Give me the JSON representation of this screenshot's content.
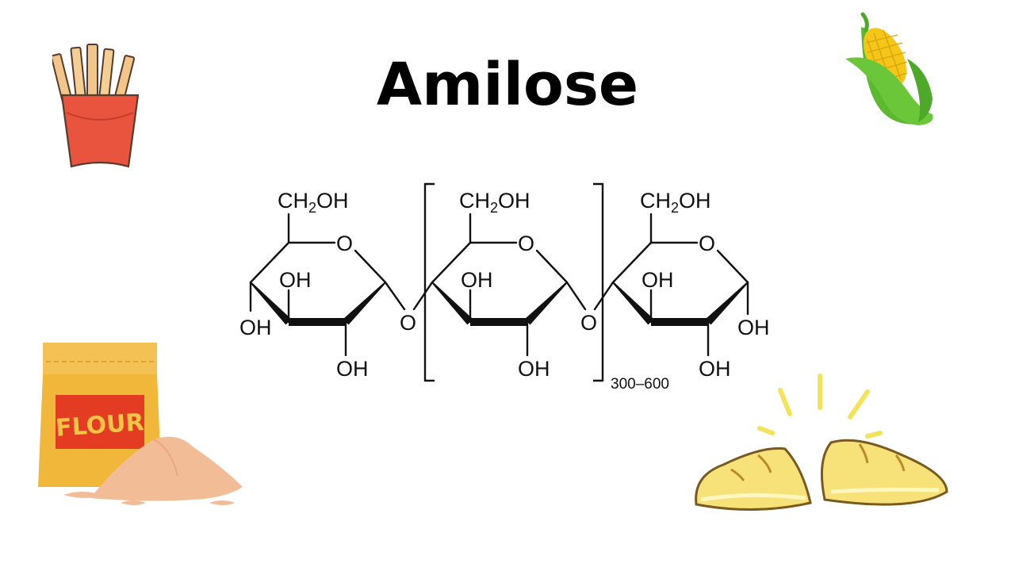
{
  "title": "Amilose",
  "molecule": {
    "group_ch2oh": "CH",
    "group_ch2oh_sub": "2",
    "group_ch2oh_tail": "OH",
    "ring_oxygen": "O",
    "hydroxyl": "OH",
    "glycosidic_oxygen": "O",
    "repeat_count": "300–600"
  },
  "illustrations": {
    "flour_label": "FLOUR",
    "icons": [
      "french-fries-icon",
      "corn-icon",
      "flour-bag-icon",
      "potato-icon"
    ]
  },
  "colors": {
    "fries_box": "#e8543e",
    "fries": "#f2c58a",
    "corn_husk": "#6cc63a",
    "corn_kernels": "#f5c518",
    "flour_bag": "#f1b73a",
    "flour_label_bg": "#e43b23",
    "flour_powder": "#f2bc97",
    "potato": "#f7e27a",
    "potato_rays": "#f3e35a"
  }
}
